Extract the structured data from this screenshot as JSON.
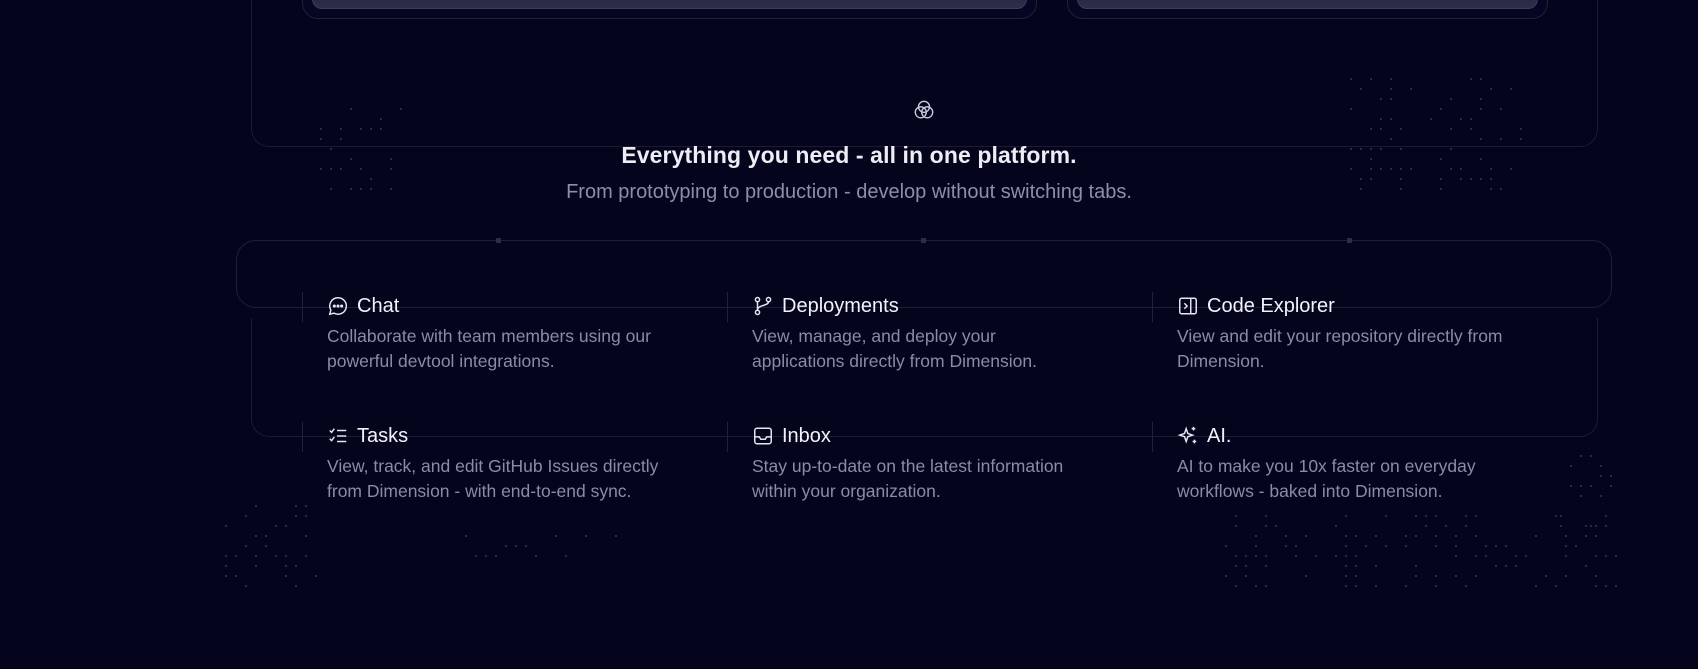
{
  "section": {
    "icon": "three-circles-logo-icon",
    "title": "Everything you need - all in one platform.",
    "subtitle": "From prototyping to production - develop without switching tabs."
  },
  "features": [
    {
      "icon": "chat-bubble-icon",
      "title": "Chat",
      "description": "Collaborate with team members using our powerful devtool integrations."
    },
    {
      "icon": "git-branch-icon",
      "title": "Deployments",
      "description": "View, manage, and deploy your applications directly from Dimension."
    },
    {
      "icon": "code-explorer-icon",
      "title": "Code Explorer",
      "description": "View and edit your repository directly from Dimension."
    },
    {
      "icon": "checklist-icon",
      "title": "Tasks",
      "description": "View, track, and edit GitHub Issues directly from Dimension - with end-to-end sync."
    },
    {
      "icon": "inbox-icon",
      "title": "Inbox",
      "description": "Stay up-to-date on the latest information within your organization."
    },
    {
      "icon": "sparkle-icon",
      "title": "AI.",
      "description": "AI to make you 10x faster on everyday workflows - baked into Dimension."
    }
  ],
  "colors": {
    "background": "#04051c",
    "text_primary": "#ecedf5",
    "text_secondary": "#8a8ca6",
    "border": "#1d1f36"
  }
}
